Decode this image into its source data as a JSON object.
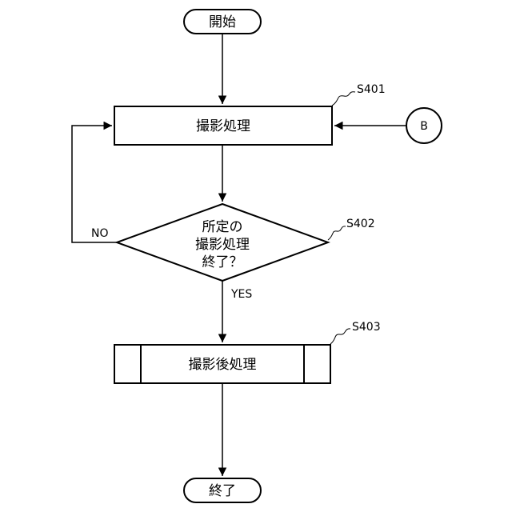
{
  "nodes": {
    "start": {
      "label": "開始"
    },
    "shooting": {
      "label": "撮影処理",
      "ref": "S401"
    },
    "decision": {
      "lines": [
        "所定の",
        "撮影処理",
        "終了？"
      ],
      "ref": "S402"
    },
    "post": {
      "label": "撮影後処理",
      "ref": "S403"
    },
    "end": {
      "label": "終了"
    },
    "connector": {
      "label": "B"
    }
  },
  "edges": {
    "no_label": "NO",
    "yes_label": "YES"
  }
}
